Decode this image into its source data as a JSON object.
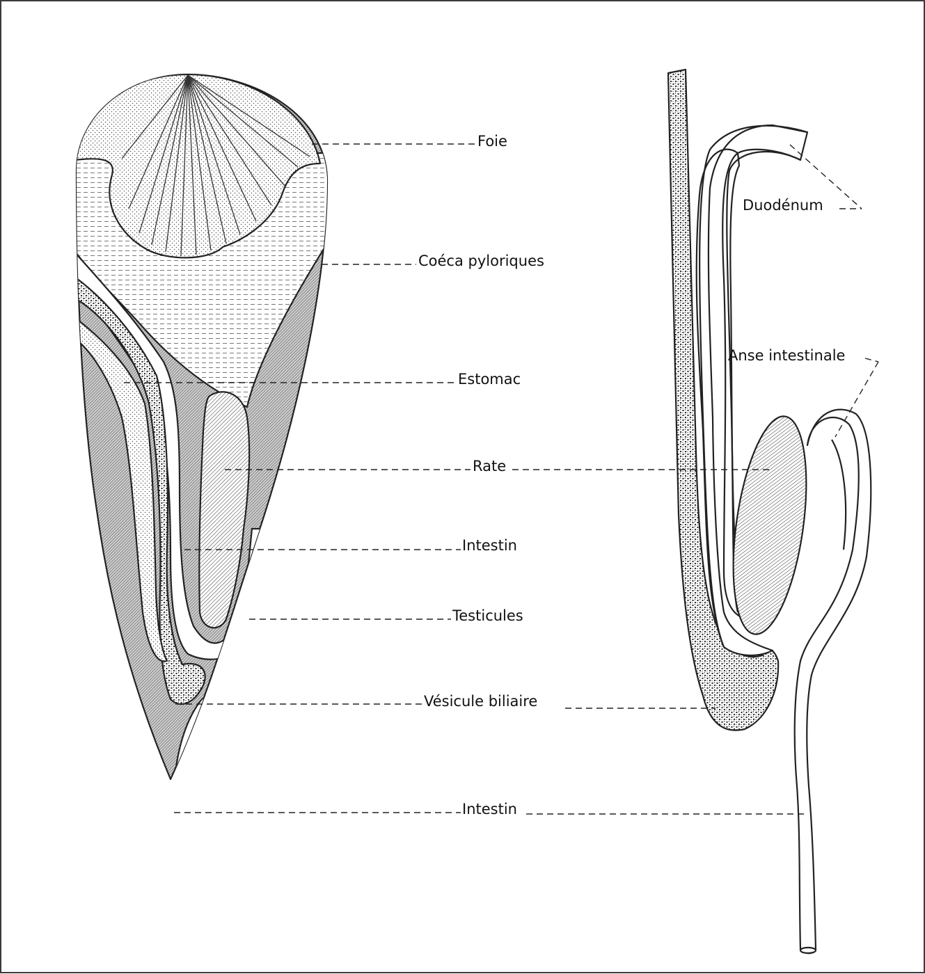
{
  "labels": {
    "foie": "Foie",
    "coeca": "Coéca pyloriques",
    "estomac": "Estomac",
    "rate": "Rate",
    "intestin_upper": "Intestin",
    "testicules": "Testicules",
    "vesicule": "Vésicule biliaire",
    "intestin_lower": "Intestin",
    "duodenum": "Duodénum",
    "anse": "Anse intestinale"
  }
}
